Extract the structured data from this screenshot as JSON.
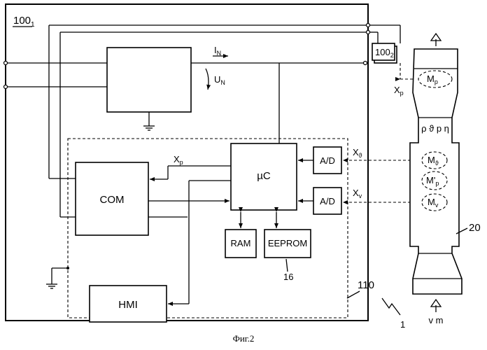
{
  "diagram": {
    "system_label_main": "100",
    "system_label_main_sub": "1",
    "system_label_remote": "100",
    "system_label_remote_sub": "2",
    "current_label": "I",
    "current_label_sub": "N",
    "voltage_label": "U",
    "voltage_label_sub": "N",
    "mcu_label": "µC",
    "com_label": "COM",
    "hmi_label": "HMI",
    "ram_label": "RAM",
    "eeprom_label": "EEPROM",
    "eeprom_ref": "16",
    "adc_top_label": "A/D",
    "adc_bottom_label": "A/D",
    "signal_xp_label": "X",
    "signal_xp_sub": "p",
    "signal_xtheta_label": "X",
    "signal_xtheta_sub": "ϑ",
    "signal_xv_label": "X",
    "signal_xv_sub": "v",
    "remote_xp_label": "X",
    "remote_xp_sub": "p",
    "sensor_mp_label": "M",
    "sensor_mp_sub": "p",
    "sensor_mtheta_label": "M",
    "sensor_mtheta_sub": "ϑ",
    "sensor_mp2_label": "M'",
    "sensor_mp2_sub": "p",
    "sensor_mv_label": "M",
    "sensor_mv_sub": "v",
    "params_label": "ρ ϑ p η",
    "pipe_ref": "20",
    "electronics_ref": "110",
    "device_ref": "1",
    "flow_label": "v m",
    "caption": "Фиг.2"
  }
}
